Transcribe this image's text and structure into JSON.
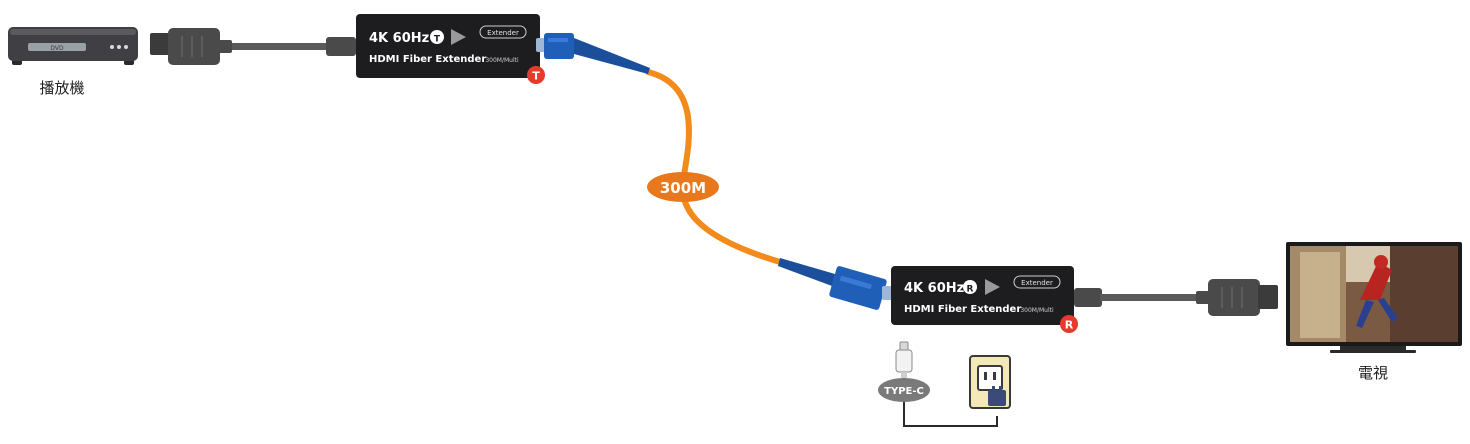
{
  "source_label": "播放機",
  "display_label": "電視",
  "dvd_player": {
    "display_text": "DVD"
  },
  "cable_length_badge": "300M",
  "power_label": "TYPE-C",
  "transmitter": {
    "spec": "4K 60Hz",
    "role_badge": "T",
    "model": "HDMI Fiber Extender",
    "pill": "Extender",
    "range": "300M/Multi",
    "marker": "T"
  },
  "receiver": {
    "spec": "4K 60Hz",
    "role_badge": "R",
    "model": "HDMI Fiber Extender",
    "pill": "Extender",
    "range": "300M/Multi",
    "marker": "R"
  },
  "colors": {
    "fiber": "#f28a1c",
    "badge_orange": "#e8781e",
    "sc_connector": "#1f5fb8",
    "marker_red": "#e53a2c",
    "device_body": "#1d1d1f",
    "hdmi_plug": "#4a4a4a",
    "power_badge": "#7a7a7a",
    "outlet": "#f4e7b8"
  }
}
